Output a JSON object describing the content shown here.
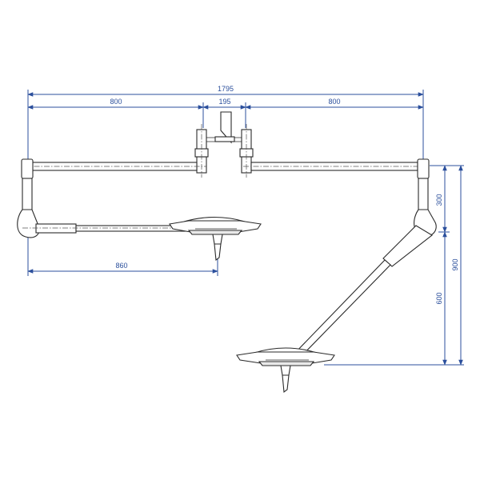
{
  "dimensions": {
    "overall_width": "1795",
    "left_arm_length": "800",
    "center_gap": "195",
    "right_arm_length": "800",
    "left_reach": "860",
    "upper_height": "300",
    "lower_height": "600",
    "total_height": "900"
  },
  "colors": {
    "dimension": "#2b4f9c",
    "outline": "#2a2a2a",
    "fill": "#ffffff",
    "shade": "#e9e9e9"
  }
}
